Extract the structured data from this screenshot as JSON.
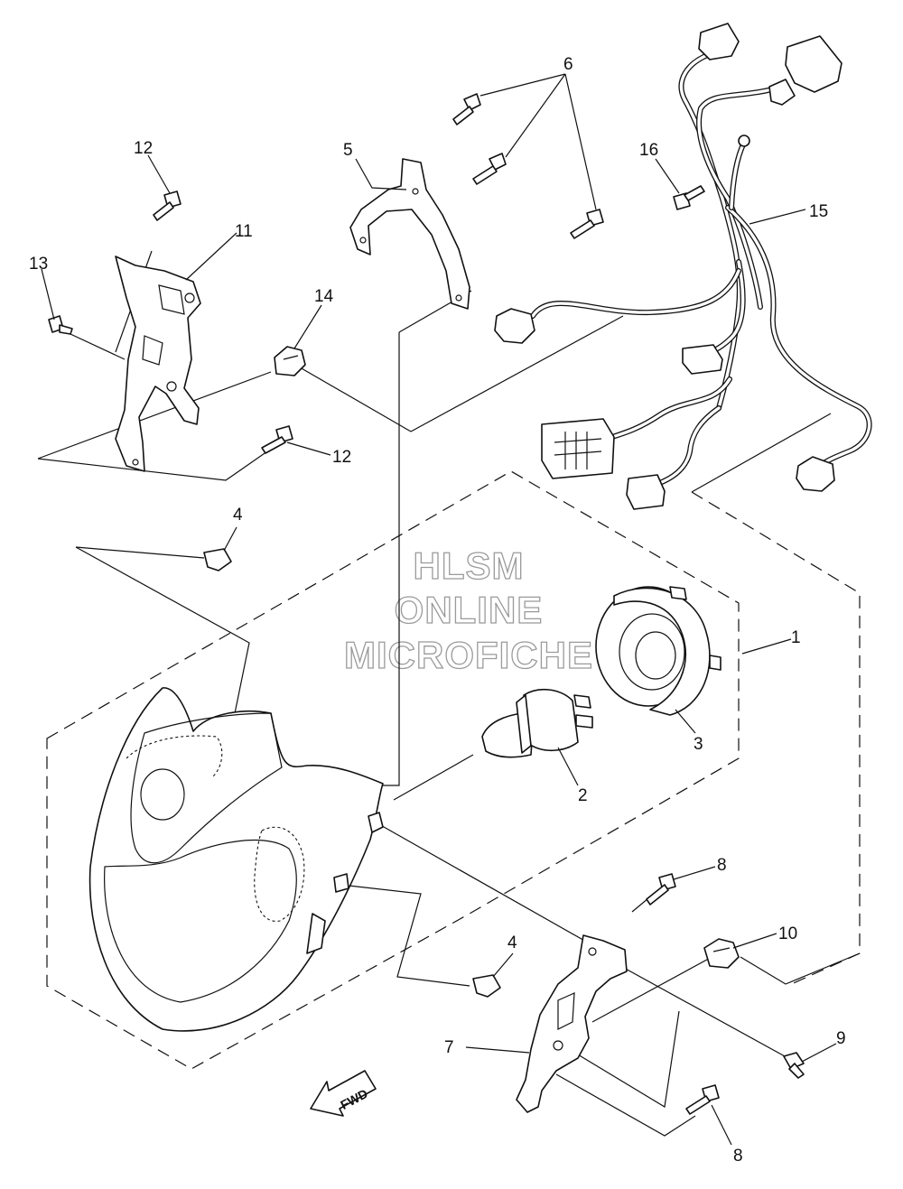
{
  "watermark": {
    "line1": "HLSM",
    "line2": "ONLINE",
    "line3": "MICROFICHE"
  },
  "callouts": {
    "c1": "1",
    "c2": "2",
    "c3": "3",
    "c4a": "4",
    "c4b": "4",
    "c5": "5",
    "c6": "6",
    "c7": "7",
    "c8a": "8",
    "c8b": "8",
    "c9": "9",
    "c10": "10",
    "c11": "11",
    "c12a": "12",
    "c12b": "12",
    "c13": "13",
    "c14": "14",
    "c15": "15",
    "c16": "16"
  },
  "direction_label": "FWD",
  "icons": {
    "direction": "forward-arrow-icon",
    "screw": "screw-icon",
    "clip": "clip-icon",
    "bulb": "bulb-icon"
  }
}
